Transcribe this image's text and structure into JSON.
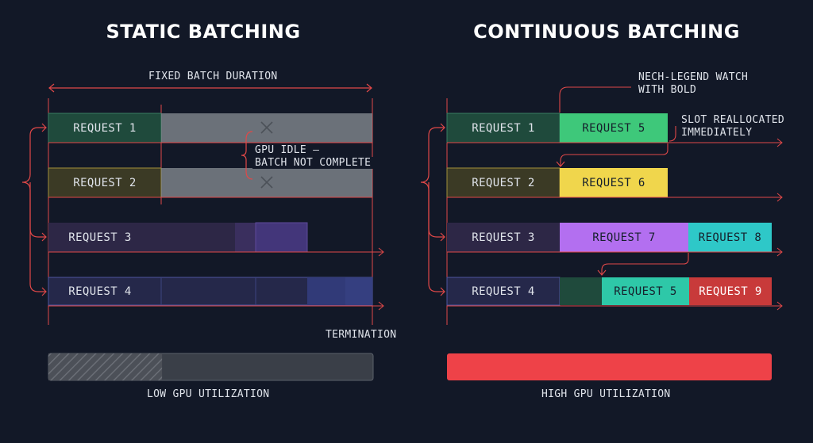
{
  "static": {
    "title": "STATIC BATCHING",
    "duration_label": "FIXED BATCH DURATION",
    "requests": [
      "REQUEST 1",
      "REQUEST 2",
      "REQUEST 3",
      "REQUEST 4"
    ],
    "idle_line1": "GPU IDLE —",
    "idle_line2": "BATCH NOT COMPLETE",
    "termination_label": "TERMINATION",
    "utilization_label": "LOW GPU UTILIZATION",
    "utilization_fraction": 0.35
  },
  "continuous": {
    "title": "CONTINUOUS BATCHING",
    "legend_line1": "NECH-LEGEND WATCH",
    "legend_line2": "WITH BOLD",
    "slot_line1": "SLOT REALLOCATED",
    "slot_line2": "IMMEDIATELY",
    "requests": [
      "REQUEST 1",
      "REQUEST 2",
      "REQUEST 3",
      "REQUEST 4"
    ],
    "new_requests": {
      "row1": "REQUEST 5",
      "row2": "REQUEST 6",
      "row3a": "REQUEST 7",
      "row3b": "REQUEST 8",
      "row4a": "REQUEST 5",
      "row4b": "REQUEST 9"
    },
    "utilization_label": "HIGH GPU UTILIZATION",
    "utilization_fraction": 1.0
  },
  "colors": {
    "background": "#121827",
    "accent_line": "#e04848",
    "request1": "#1f4a3c",
    "request2": "#3b3a25",
    "request3": "#2d2746",
    "request4": "#25284a",
    "idle": "#8a8f96",
    "req5": "#3ec87a",
    "req6": "#f0d64c",
    "req7": "#b36ff0",
    "req8": "#2ec8c8",
    "req9": "#c83a3a",
    "high_util": "#ee4248"
  },
  "icons": [
    "x-mark-icon",
    "arrow-right-icon",
    "bracket-icon"
  ]
}
